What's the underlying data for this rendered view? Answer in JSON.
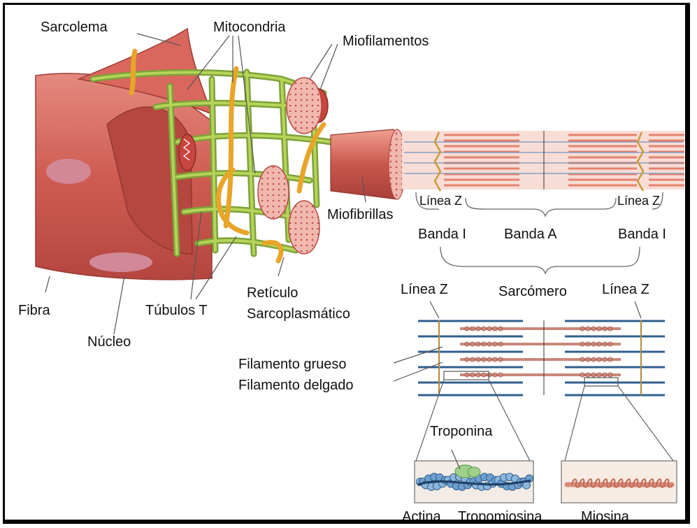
{
  "labels": {
    "sarcolema": "Sarcolema",
    "mitocondria": "Mitocondria",
    "miofilamentos": "Miofilamentos",
    "miofibrillas": "Miofibrillas",
    "fibra": "Fibra",
    "nucleo": "Núcleo",
    "tubulos_t": "Túbulos T",
    "reticulo_1": "Retículo",
    "reticulo_2": "Sarcoplasmático",
    "linea_z_left": "Línea Z",
    "linea_z_right": "Línea Z",
    "banda_i_left": "Banda I",
    "banda_a": "Banda A",
    "banda_i_right": "Banda I",
    "linea_z_sarc_left": "Línea Z",
    "sarcomero": "Sarcómero",
    "linea_z_sarc_right": "Línea Z",
    "filamento_grueso": "Filamento grueso",
    "filamento_delgado": "Filamento delgado",
    "troponina": "Troponina",
    "actina": "Actina",
    "tropomiosina": "Tropomiosina",
    "miosina": "Miosina"
  },
  "colors": {
    "fiber_red": "#c8504a",
    "fiber_light": "#e8928a",
    "reticulum_green": "#8fb43c",
    "t_tubule_orange": "#e7a52a",
    "myofibril_pink": "#f4cfc8",
    "thin_filament_blue": "#3f6fa0",
    "z_line_gold": "#c99a3a"
  }
}
